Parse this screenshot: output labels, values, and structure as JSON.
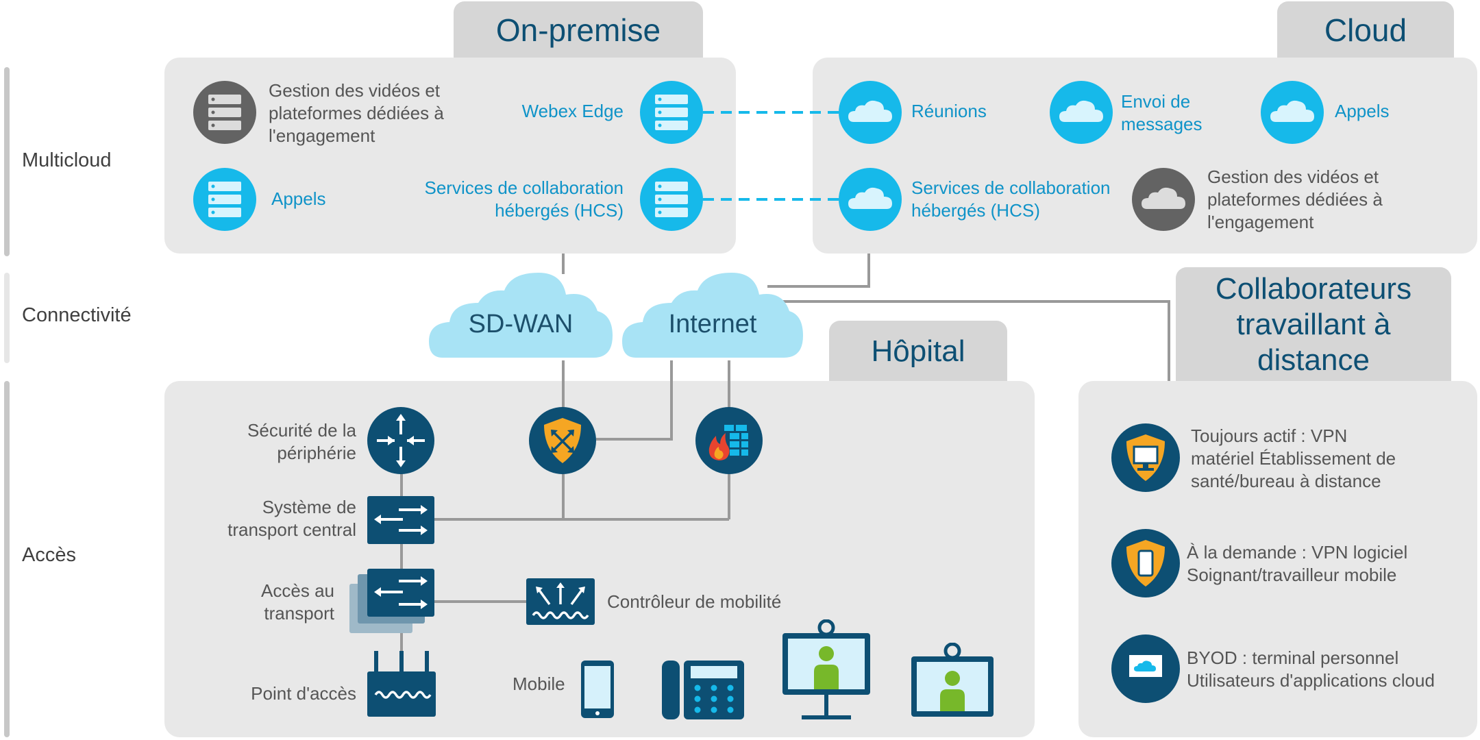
{
  "tabs": {
    "on_premise": "On-premise",
    "cloud": "Cloud",
    "hospital": "Hôpital",
    "remote": "Collaborateurs travaillant à distance"
  },
  "sidebar": {
    "multicloud": "Multicloud",
    "connectivity": "Connectivité",
    "access": "Accès"
  },
  "on_premise": {
    "video_mgmt": "Gestion des vidéos et plateformes dédiées à l'engagement",
    "calls": "Appels",
    "webex_edge": "Webex Edge",
    "hcs": "Services de collaboration hébergés (HCS)"
  },
  "cloud": {
    "meetings": "Réunions",
    "messaging": "Envoi de messages",
    "calls": "Appels",
    "hcs": "Services de collaboration hébergés (HCS)",
    "video_mgmt": "Gestion des vidéos et plateformes dédiées à l'engagement"
  },
  "connectivity": {
    "sdwan": "SD-WAN",
    "internet": "Internet"
  },
  "hospital": {
    "edge_security": "Sécurité de la périphérie",
    "core_transport": "Système de transport central",
    "transport_access": "Accès au transport",
    "access_point": "Point d'accès",
    "mobility_controller": "Contrôleur de mobilité",
    "mobile": "Mobile"
  },
  "remote": {
    "always_on": "Toujours actif : VPN matériel Établissement de santé/bureau à distance",
    "on_demand": "À la demande : VPN logiciel Soignant/travailleur mobile",
    "byod": "BYOD : terminal personnel Utilisateurs d'applications cloud"
  },
  "colors": {
    "cyan": "#16b9ea",
    "dark_blue": "#0d4f73",
    "gray_icon": "#636363",
    "shield": "#f5a623",
    "panel": "#e8e8e8",
    "tab": "#d6d6d6"
  }
}
